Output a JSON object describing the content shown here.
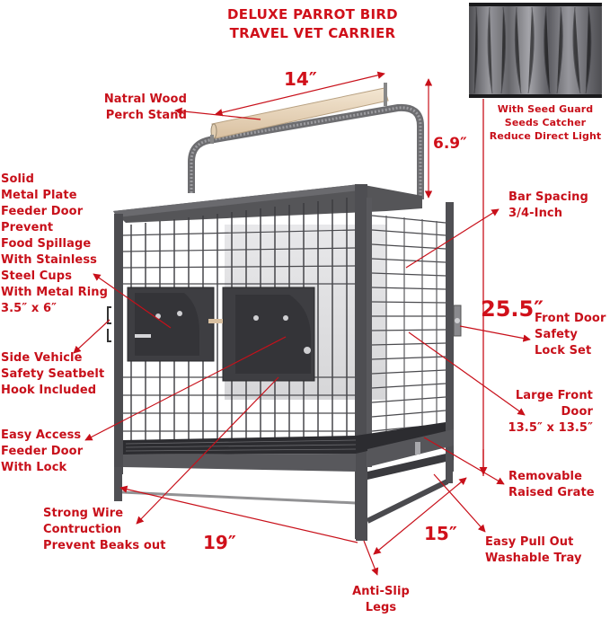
{
  "title": {
    "line1": "DELUXE PARROT BIRD",
    "line2": "TRAVEL VET CARRIER"
  },
  "accent_color": "#c8101a",
  "frame_color": "#4a4a4c",
  "perch_color": "#e7d3b8",
  "dimensions": {
    "perch_length": "14″",
    "handle_height": "6.9″",
    "total_height": "25.5″",
    "width": "19″",
    "depth": "15″"
  },
  "features": {
    "perch": [
      "Natral Wood",
      "Perch Stand"
    ],
    "seed_guard": [
      "With Seed Guard",
      "Seeds Catcher",
      "Reduce Direct Light"
    ],
    "feeder_plate": [
      "Solid",
      "Metal Plate",
      "Feeder Door",
      "Prevent",
      "Food Spillage",
      "With Stainless",
      "Steel Cups",
      "With Metal Ring",
      "3.5″ x 6″"
    ],
    "seatbelt_hook": [
      "Side Vehicle",
      "Safety Seatbelt",
      "Hook Included"
    ],
    "feeder_lock": [
      "Easy Access",
      "Feeder Door",
      "With Lock"
    ],
    "wire": [
      "Strong Wire",
      "Contruction",
      "Prevent Beaks out"
    ],
    "bar_spacing": [
      "Bar Spacing",
      "3/4-Inch"
    ],
    "door_lock": [
      "Front Door",
      "Safety",
      "Lock Set"
    ],
    "front_door": [
      "Large Front",
      "Door",
      "13.5″ x 13.5″"
    ],
    "grate": [
      "Removable",
      "Raised Grate"
    ],
    "tray": [
      "Easy Pull Out",
      "Washable Tray"
    ],
    "legs": [
      "Anti-Slip",
      "Legs"
    ]
  }
}
